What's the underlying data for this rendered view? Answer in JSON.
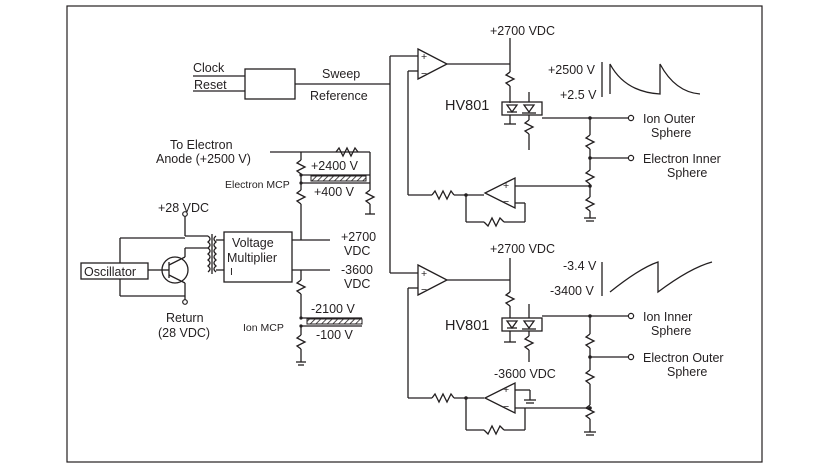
{
  "labels": {
    "clock": "Clock",
    "reset": "Reset",
    "sweep": "Sweep",
    "reference": "Reference",
    "top_hv_supply": "+2700 VDC",
    "hv801_top": "HV801",
    "hv801_bottom": "HV801",
    "wave_top_high": "+2500 V",
    "wave_top_low": "+2.5 V",
    "ion_outer_1": "Ion Outer",
    "ion_outer_2": "Sphere",
    "electron_inner_1": "Electron Inner",
    "electron_inner_2": "Sphere",
    "to_electron_1": "To Electron",
    "to_electron_2": "Anode (+2500 V)",
    "mcp_e_high": "+2400 V",
    "mcp_e_low": "+400 V",
    "electron_mcp": "Electron MCP",
    "plus28": "+28 VDC",
    "oscillator": "Oscillator",
    "vm_1": "Voltage",
    "vm_2": "Multiplier",
    "out_pos_1": "+2700",
    "out_pos_2": "VDC",
    "out_neg_1": "-3600",
    "out_neg_2": "VDC",
    "return_1": "Return",
    "return_2": "(28 VDC)",
    "mcp_i_high": "-2100 V",
    "mcp_i_low": "-100 V",
    "ion_mcp": "Ion MCP",
    "bottom_hv_supply": "+2700 VDC",
    "wave_bot_high": "-3.4 V",
    "wave_bot_low": "-3400 V",
    "ion_inner_1": "Ion Inner",
    "ion_inner_2": "Sphere",
    "electron_outer_1": "Electron Outer",
    "electron_outer_2": "Sphere",
    "bottom_neg_supply": "-3600 VDC"
  }
}
